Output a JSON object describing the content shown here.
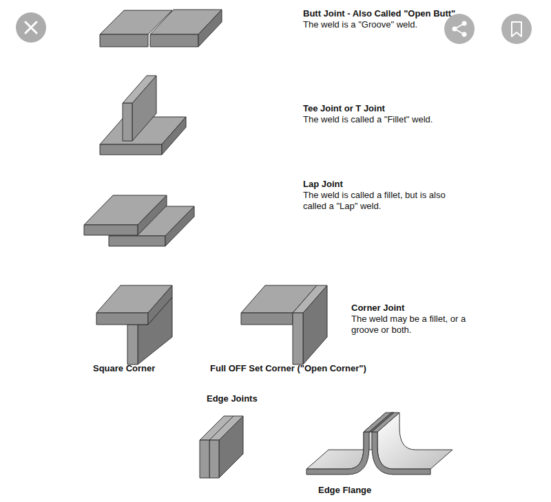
{
  "diagram": {
    "labels": [
      "Butt Joint - Also Called \"Open Butt\"",
      "The weld is a \"Groove\" weld.",
      "Tee Joint or T Joint",
      "The weld is called a \"Fillet\" weld.",
      "Lap Joint",
      "The weld is called a fillet, but is also called a \"Lap\" weld.",
      "Corner Joint",
      "The weld may be a fillet, or a groove or both.",
      "Square Corner",
      "Full OFF Set Corner (\"Open Corner\")",
      "Edge Joints",
      "Edge Flange"
    ]
  }
}
